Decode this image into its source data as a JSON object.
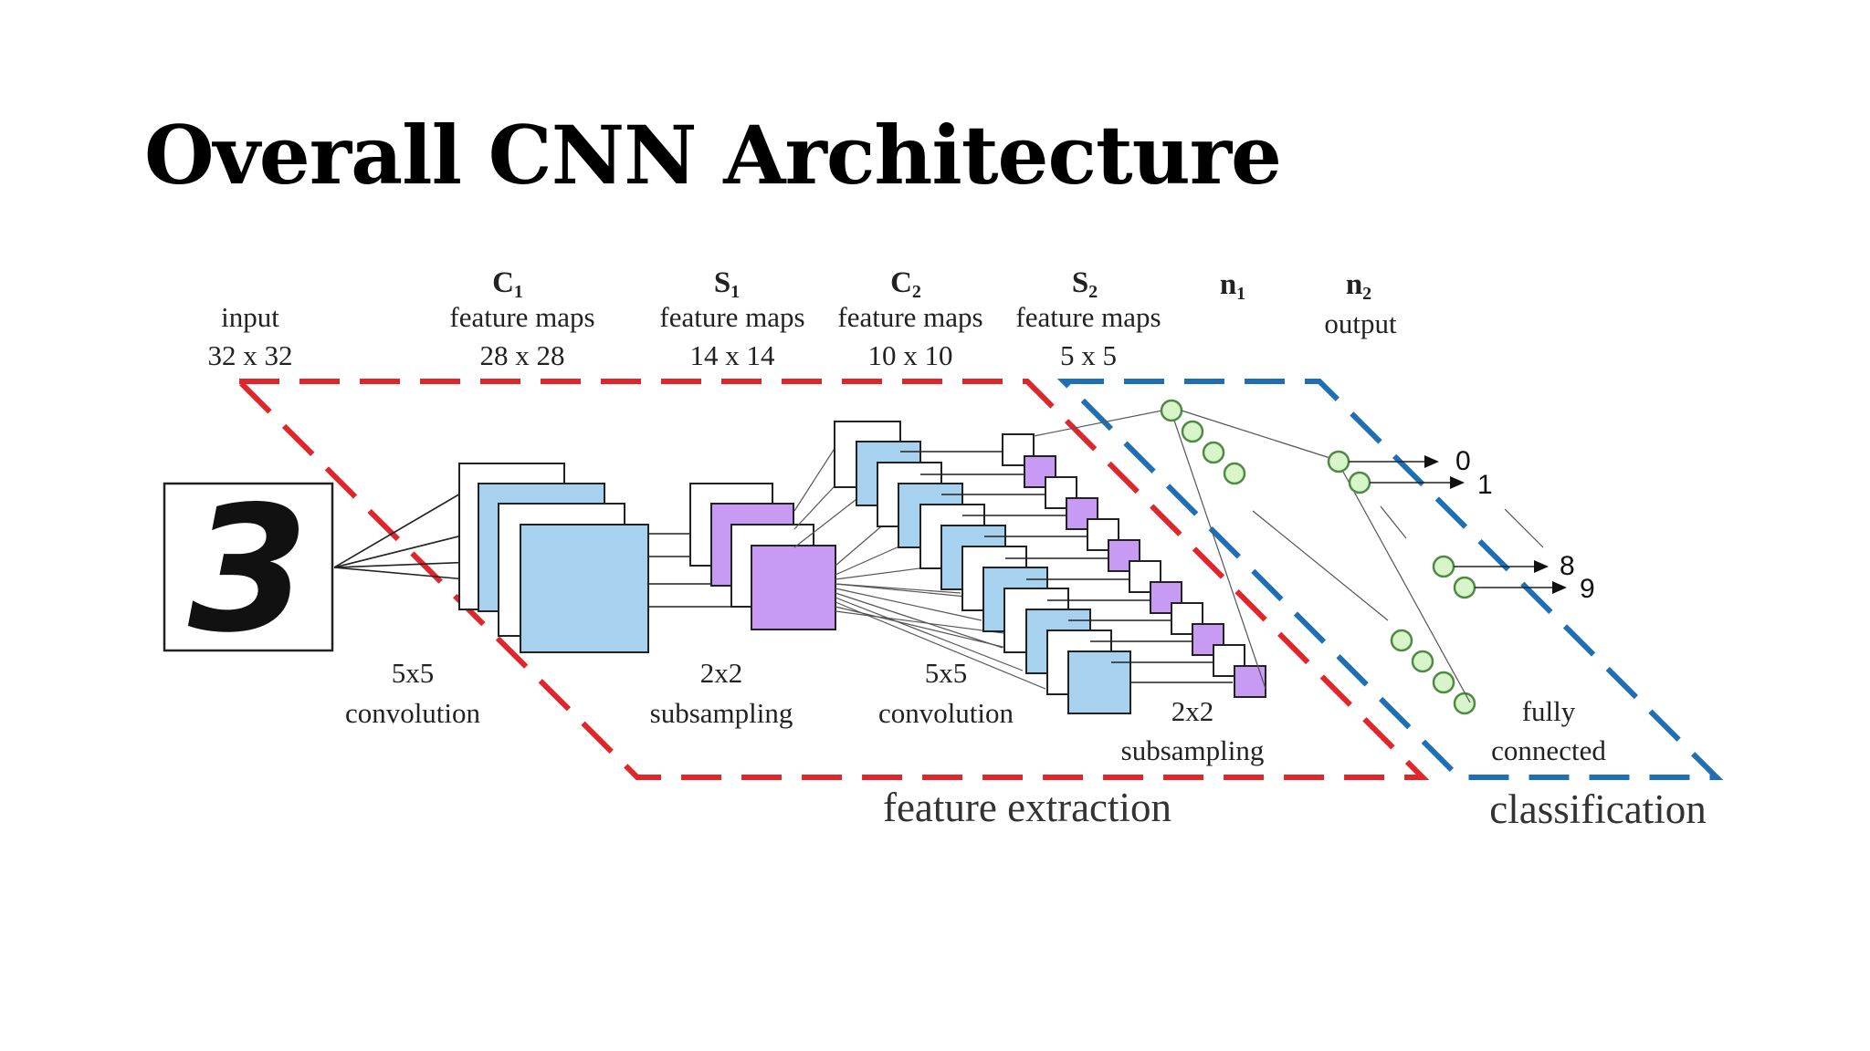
{
  "slide": {
    "title": "Overall CNN Architecture"
  },
  "diagram": {
    "stages": {
      "input": {
        "line1": "input",
        "line2": "32 x 32"
      },
      "c1": {
        "name": "C",
        "sub": "1",
        "line1": "feature maps",
        "line2": "28 x 28"
      },
      "s1": {
        "name": "S",
        "sub": "1",
        "line1": "feature maps",
        "line2": "14 x 14"
      },
      "c2": {
        "name": "C",
        "sub": "2",
        "line1": "feature maps",
        "line2": "10 x 10"
      },
      "s2": {
        "name": "S",
        "sub": "2",
        "line1": "feature maps",
        "line2": "5 x 5"
      },
      "n1": {
        "name": "n",
        "sub": "1"
      },
      "n2": {
        "name": "n",
        "sub": "2",
        "line1": "output"
      }
    },
    "operations": {
      "conv1": {
        "line1": "5x5",
        "line2": "convolution"
      },
      "sub1": {
        "line1": "2x2",
        "line2": "subsampling"
      },
      "conv2": {
        "line1": "5x5",
        "line2": "convolution"
      },
      "sub2": {
        "line1": "2x2",
        "line2": "subsampling"
      },
      "fc": {
        "line1": "fully",
        "line2": "connected"
      }
    },
    "regions": {
      "feature_extraction": {
        "label": "feature extraction",
        "color": "#e0262b"
      },
      "classification": {
        "label": "classification",
        "color": "#1f6fb5"
      }
    },
    "input_digit": "3",
    "output_labels": [
      "0",
      "1",
      "8",
      "9"
    ],
    "colors": {
      "blue_map": "#a6d2f0",
      "purple_map": "#c79af3",
      "node": "#d8f5c9"
    }
  }
}
